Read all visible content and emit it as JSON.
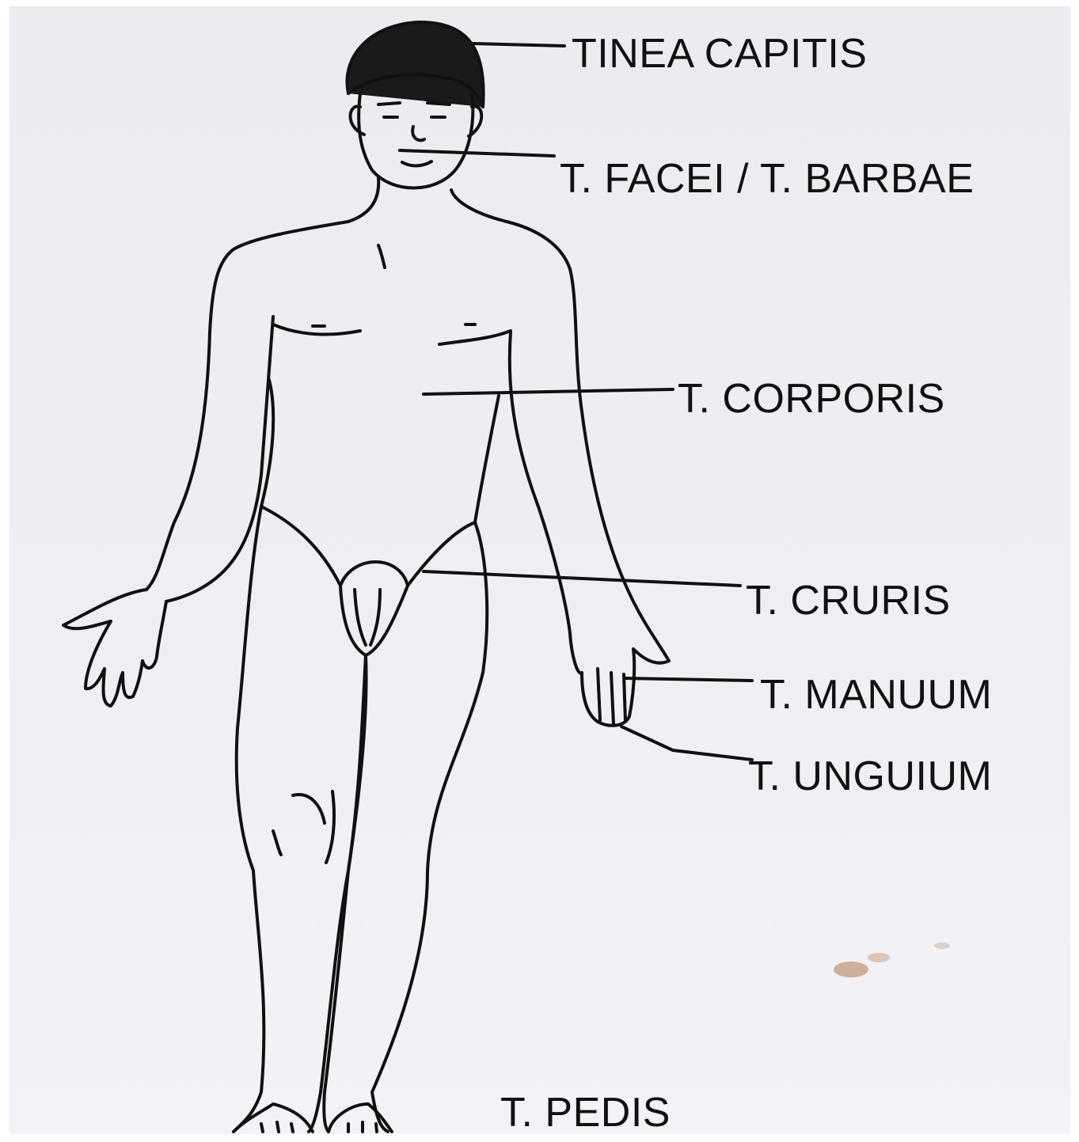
{
  "diagram": {
    "labels": {
      "capitis": "TINEA CAPITIS",
      "facei": "T. FACEI / T. BARBAE",
      "corporis": "T. CORPORIS",
      "cruris": "T. CRURIS",
      "manuum": "T. MANUUM",
      "unguium": "T. UNGUIUM",
      "pedis": "T. PEDIS"
    },
    "colors": {
      "ink": "#111111",
      "paper": "#ececf0",
      "stain": "#b5835e"
    }
  }
}
